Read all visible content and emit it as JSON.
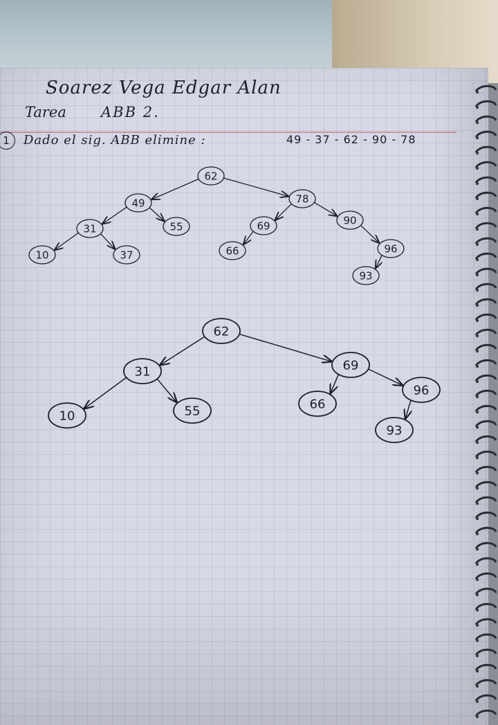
{
  "header": {
    "author": "Soarez Vega Edgar Alan",
    "task_label": "Tarea",
    "task_title": "ABB 2."
  },
  "problem": {
    "number": "1",
    "statement": "Dado el sig. ABB elimine :",
    "delete_sequence": "49 - 37 - 62 - 90 - 78"
  },
  "trees": [
    {
      "name": "original-tree",
      "nodes": [
        {
          "id": "62",
          "label": "62"
        },
        {
          "id": "49",
          "label": "49"
        },
        {
          "id": "78",
          "label": "78"
        },
        {
          "id": "31",
          "label": "31"
        },
        {
          "id": "55",
          "label": "55"
        },
        {
          "id": "69",
          "label": "69"
        },
        {
          "id": "90",
          "label": "90"
        },
        {
          "id": "10",
          "label": "10"
        },
        {
          "id": "37",
          "label": "37"
        },
        {
          "id": "66",
          "label": "66"
        },
        {
          "id": "96",
          "label": "96"
        },
        {
          "id": "93",
          "label": "93"
        }
      ],
      "edges": [
        [
          "62",
          "49"
        ],
        [
          "62",
          "78"
        ],
        [
          "49",
          "31"
        ],
        [
          "49",
          "55"
        ],
        [
          "31",
          "10"
        ],
        [
          "31",
          "37"
        ],
        [
          "78",
          "69"
        ],
        [
          "78",
          "90"
        ],
        [
          "69",
          "66"
        ],
        [
          "90",
          "96"
        ],
        [
          "96",
          "93"
        ]
      ]
    },
    {
      "name": "result-tree",
      "nodes": [
        {
          "id": "62",
          "label": "62"
        },
        {
          "id": "31",
          "label": "31"
        },
        {
          "id": "69",
          "label": "69"
        },
        {
          "id": "10",
          "label": "10"
        },
        {
          "id": "55",
          "label": "55"
        },
        {
          "id": "66",
          "label": "66"
        },
        {
          "id": "96",
          "label": "96"
        },
        {
          "id": "93",
          "label": "93"
        }
      ],
      "edges": [
        [
          "62",
          "31"
        ],
        [
          "62",
          "69"
        ],
        [
          "31",
          "10"
        ],
        [
          "31",
          "55"
        ],
        [
          "69",
          "66"
        ],
        [
          "69",
          "96"
        ],
        [
          "96",
          "93"
        ]
      ]
    }
  ],
  "colors": {
    "ink": "#1c1e2a",
    "paper": "#d7d9e6",
    "margin_line": "#c85a6e"
  }
}
